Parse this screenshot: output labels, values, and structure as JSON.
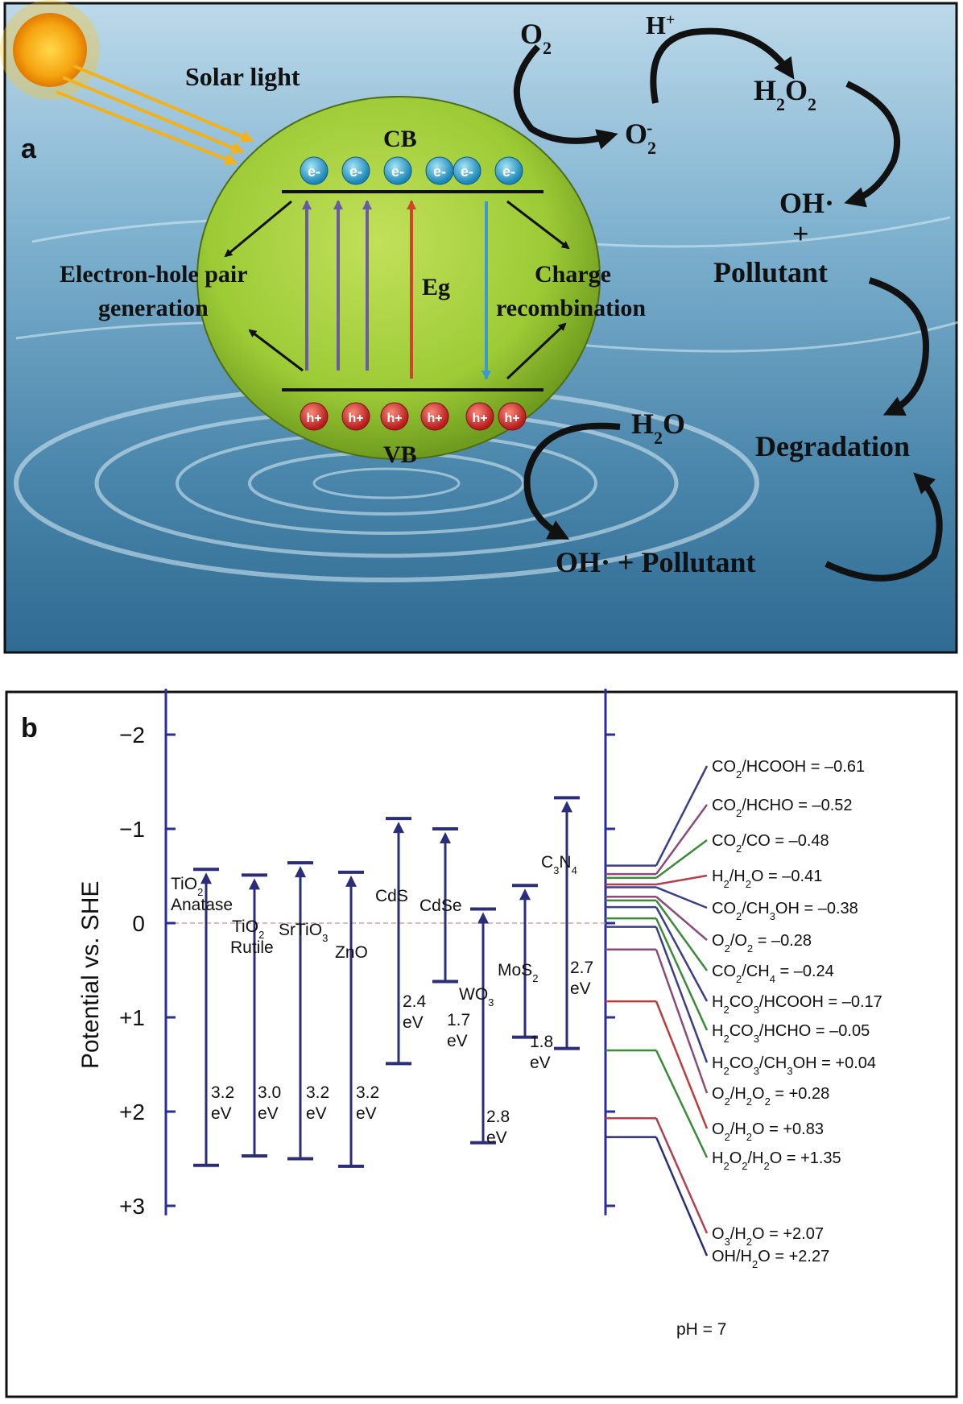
{
  "panel_a": {
    "label": "a",
    "solar_light": "Solar light",
    "cb": "CB",
    "vb": "VB",
    "electron": "e-",
    "hole": "h+",
    "eh_pair_line1": "Electron-hole pair",
    "eh_pair_line2": "generation",
    "eg": "Eg",
    "charge_rec_line1": "Charge",
    "charge_rec_line2": "recombination",
    "o2": "O",
    "o2_sub": "2",
    "h_plus": "H",
    "h_plus_sup": "+",
    "superoxide": "O",
    "superoxide_sub": "2",
    "superoxide_sup": "-",
    "h2o2_h": "H",
    "h2o2_s1": "2",
    "h2o2_o": "O",
    "h2o2_s2": "2",
    "oh_top": "OH·",
    "plus": "+",
    "pollutant": "Pollutant",
    "degradation": "Degradation",
    "h2o_h": "H",
    "h2o_sub": "2",
    "h2o_o": "O",
    "oh_bottom": "OH",
    "oh_bottom_rest": "· + Pollutant"
  },
  "panel_b": {
    "label": "b",
    "ylabel": "Potential vs. SHE",
    "ph_note": "pH = 7"
  },
  "chart_data": {
    "type": "band-diagram",
    "ylabel": "Potential vs. SHE",
    "ylim": [
      -2.5,
      3.1
    ],
    "yticks": [
      {
        "value": -2,
        "label": "−2"
      },
      {
        "value": -1,
        "label": "−1"
      },
      {
        "value": 0,
        "label": "0"
      },
      {
        "value": 1,
        "label": "+1"
      },
      {
        "value": 2,
        "label": "+2"
      },
      {
        "value": 3,
        "label": "+3"
      }
    ],
    "semiconductors": [
      {
        "name": "TiO2 Anatase",
        "label_lines": [
          "TiO<tspan baseline-shift='sub' font-size='13'>2</tspan>",
          "Anatase"
        ],
        "cb": -0.57,
        "vb": 2.57,
        "gap_lines": [
          "3.2",
          "eV"
        ],
        "color": "#2b2d78"
      },
      {
        "name": "TiO2 Rutile",
        "label_lines": [
          "TiO<tspan baseline-shift='sub' font-size='13'>2</tspan>",
          "Rutile"
        ],
        "cb": -0.51,
        "vb": 2.47,
        "gap_lines": [
          "3.0",
          "eV"
        ],
        "color": "#2b2d78"
      },
      {
        "name": "SrTiO3",
        "label_lines": [
          "SrTiO<tspan baseline-shift='sub' font-size='13'>3</tspan>"
        ],
        "cb": -0.64,
        "vb": 2.5,
        "gap_lines": [
          "3.2",
          "eV"
        ],
        "color": "#2b2d78"
      },
      {
        "name": "ZnO",
        "label_lines": [
          "ZnO"
        ],
        "cb": -0.54,
        "vb": 2.58,
        "gap_lines": [
          "3.2",
          "eV"
        ],
        "color": "#2b2d78"
      },
      {
        "name": "CdS",
        "label_lines": [
          "CdS"
        ],
        "cb": -1.11,
        "vb": 1.49,
        "gap_lines": [
          "2.4",
          "eV"
        ],
        "color": "#2b2d78"
      },
      {
        "name": "CdSe",
        "label_lines": [
          "CdSe"
        ],
        "cb": -1.0,
        "vb": 0.62,
        "gap_lines": [
          "1.7",
          "eV"
        ],
        "color": "#2b2d78"
      },
      {
        "name": "WO3",
        "label_lines": [
          "WO<tspan baseline-shift='sub' font-size='13'>3</tspan>"
        ],
        "cb": -0.15,
        "vb": 2.33,
        "gap_lines": [
          "2.8",
          "eV"
        ],
        "color": "#2b2d78"
      },
      {
        "name": "MoS2",
        "label_lines": [
          "MoS<tspan baseline-shift='sub' font-size='13'>2</tspan>"
        ],
        "cb": -0.4,
        "vb": 1.21,
        "gap_lines": [
          "1.8",
          "eV"
        ],
        "color": "#2b2d78"
      },
      {
        "name": "C3N4",
        "label_lines": [
          "C<tspan baseline-shift='sub' font-size='13'>3</tspan>N<tspan baseline-shift='sub' font-size='13'>4</tspan>"
        ],
        "cb": -1.33,
        "vb": 1.33,
        "gap_lines": [
          "2.7",
          "eV"
        ],
        "color": "#2b2d78"
      }
    ],
    "redox_couples": [
      {
        "label": "CO<tspan baseline-shift='sub' font-size='13'>2</tspan>/HCOOH = –0.61",
        "value": -0.61,
        "color": "#3a3f8a"
      },
      {
        "label": "CO<tspan baseline-shift='sub' font-size='13'>2</tspan>/HCHO = –0.52",
        "value": -0.52,
        "color": "#8a4a7a"
      },
      {
        "label": "CO<tspan baseline-shift='sub' font-size='13'>2</tspan>/CO = –0.48",
        "value": -0.48,
        "color": "#3a8a3a"
      },
      {
        "label": "H<tspan baseline-shift='sub' font-size='13'>2</tspan>/H<tspan baseline-shift='sub' font-size='13'>2</tspan>O = –0.41",
        "value": -0.41,
        "color": "#b04050"
      },
      {
        "label": "CO<tspan baseline-shift='sub' font-size='13'>2</tspan>/CH<tspan baseline-shift='sub' font-size='13'>3</tspan>OH = –0.38",
        "value": -0.38,
        "color": "#3a3f8a"
      },
      {
        "label": "O<tspan baseline-shift='sub' font-size='13'>2</tspan>/O<tspan baseline-shift='sub' font-size='13'>2</tspan> = –0.28",
        "value": -0.28,
        "color": "#8a4a7a"
      },
      {
        "label": "CO<tspan baseline-shift='sub' font-size='13'>2</tspan>/CH<tspan baseline-shift='sub' font-size='13'>4</tspan> = –0.24",
        "value": -0.24,
        "color": "#3a8a3a"
      },
      {
        "label": "H<tspan baseline-shift='sub' font-size='13'>2</tspan>CO<tspan baseline-shift='sub' font-size='13'>3</tspan>/HCOOH = –0.17",
        "value": -0.17,
        "color": "#3a3f8a"
      },
      {
        "label": "H<tspan baseline-shift='sub' font-size='13'>2</tspan>CO<tspan baseline-shift='sub' font-size='13'>3</tspan>/HCHO = –0.05",
        "value": -0.05,
        "color": "#3a8a3a"
      },
      {
        "label": "H<tspan baseline-shift='sub' font-size='13'>2</tspan>CO<tspan baseline-shift='sub' font-size='13'>3</tspan>/CH<tspan baseline-shift='sub' font-size='13'>3</tspan>OH = +0.04",
        "value": 0.04,
        "color": "#3a3f8a"
      },
      {
        "label": "O<tspan baseline-shift='sub' font-size='13'>2</tspan>/H<tspan baseline-shift='sub' font-size='13'>2</tspan>O<tspan baseline-shift='sub' font-size='13'>2</tspan> = +0.28",
        "value": 0.28,
        "color": "#8a4a7a"
      },
      {
        "label": "O<tspan baseline-shift='sub' font-size='13'>2</tspan>/H<tspan baseline-shift='sub' font-size='13'>2</tspan>O = +0.83",
        "value": 0.83,
        "color": "#c03a3a"
      },
      {
        "label": "H<tspan baseline-shift='sub' font-size='13'>2</tspan>O<tspan baseline-shift='sub' font-size='13'>2</tspan>/H<tspan baseline-shift='sub' font-size='13'>2</tspan>O = +1.35",
        "value": 1.35,
        "color": "#3a8a3a"
      },
      {
        "label": "O<tspan baseline-shift='sub' font-size='13'>3</tspan>/H<tspan baseline-shift='sub' font-size='13'>2</tspan>O = +2.07",
        "value": 2.07,
        "color": "#b04050"
      },
      {
        "label": "OH/H<tspan baseline-shift='sub' font-size='13'>2</tspan>O = +2.27",
        "value": 2.27,
        "color": "#2b2d78"
      }
    ]
  }
}
